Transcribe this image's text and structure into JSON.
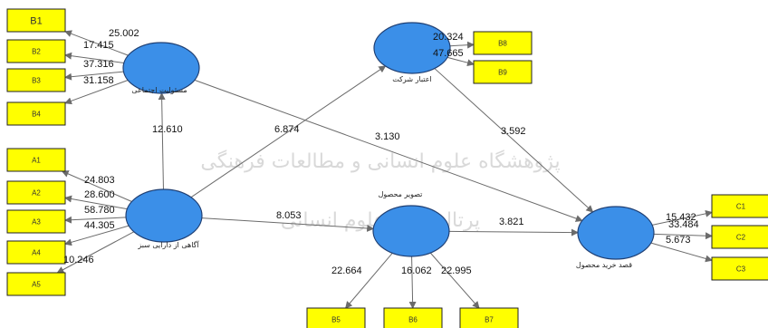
{
  "colors": {
    "construct_fill": "#3b8fe8",
    "construct_stroke": "#1f3f73",
    "indicator_fill": "#ffff00",
    "indicator_stroke": "#222222",
    "arrow": "#6b6b6b",
    "watermark": "#c9c9c9"
  },
  "constructs": [
    {
      "id": "social",
      "label": "مسئولیت اجتماعی"
    },
    {
      "id": "credibility",
      "label": "اعتبار شرکت"
    },
    {
      "id": "awareness",
      "label": "آگاهی از دارایی سبز"
    },
    {
      "id": "image",
      "label": "تصویر محصول"
    },
    {
      "id": "intention",
      "label": "قصد خرید محصول"
    }
  ],
  "indicators": [
    {
      "id": "B1",
      "label": "B1"
    },
    {
      "id": "B2",
      "label": "B2"
    },
    {
      "id": "B3",
      "label": "B3"
    },
    {
      "id": "B4",
      "label": "B4"
    },
    {
      "id": "B8",
      "label": "B8"
    },
    {
      "id": "B9",
      "label": "B9"
    },
    {
      "id": "A1",
      "label": "A1"
    },
    {
      "id": "A2",
      "label": "A2"
    },
    {
      "id": "A3",
      "label": "A3"
    },
    {
      "id": "A4",
      "label": "A4"
    },
    {
      "id": "A5",
      "label": "A5"
    },
    {
      "id": "B5",
      "label": "B5"
    },
    {
      "id": "B6",
      "label": "B6"
    },
    {
      "id": "B7",
      "label": "B7"
    },
    {
      "id": "C1",
      "label": "C1"
    },
    {
      "id": "C2",
      "label": "C2"
    },
    {
      "id": "C3",
      "label": "C3"
    }
  ],
  "loadings": [
    {
      "from": "social",
      "to": "B1",
      "value": "25.002"
    },
    {
      "from": "social",
      "to": "B2",
      "value": "17.415"
    },
    {
      "from": "social",
      "to": "B3",
      "value": "37.316"
    },
    {
      "from": "social",
      "to": "B4",
      "value": "31.158"
    },
    {
      "from": "credibility",
      "to": "B8",
      "value": "20.324"
    },
    {
      "from": "credibility",
      "to": "B9",
      "value": "47.665"
    },
    {
      "from": "awareness",
      "to": "A1",
      "value": "24.803"
    },
    {
      "from": "awareness",
      "to": "A2",
      "value": "28.600"
    },
    {
      "from": "awareness",
      "to": "A3",
      "value": "58.780"
    },
    {
      "from": "awareness",
      "to": "A4",
      "value": "44.305"
    },
    {
      "from": "awareness",
      "to": "A5",
      "value": "10.246"
    },
    {
      "from": "image",
      "to": "B5",
      "value": "22.664"
    },
    {
      "from": "image",
      "to": "B6",
      "value": "16.062"
    },
    {
      "from": "image",
      "to": "B7",
      "value": "22.995"
    },
    {
      "from": "intention",
      "to": "C1",
      "value": "15.432"
    },
    {
      "from": "intention",
      "to": "C2",
      "value": "33.484"
    },
    {
      "from": "intention",
      "to": "C3",
      "value": "5.673"
    }
  ],
  "paths": [
    {
      "from": "awareness",
      "to": "social",
      "value": "12.610"
    },
    {
      "from": "awareness",
      "to": "credibility",
      "value": "6.874"
    },
    {
      "from": "social",
      "to": "intention",
      "value": "3.130"
    },
    {
      "from": "credibility",
      "to": "intention",
      "value": "3.592"
    },
    {
      "from": "awareness",
      "to": "image",
      "value": "8.053"
    },
    {
      "from": "image",
      "to": "intention",
      "value": "3.821"
    }
  ],
  "watermark": {
    "line1": "پژوهشگاه علوم انسانی و مطالعات فرهنگی",
    "line2": "پرتال جامع علوم انسانی"
  }
}
